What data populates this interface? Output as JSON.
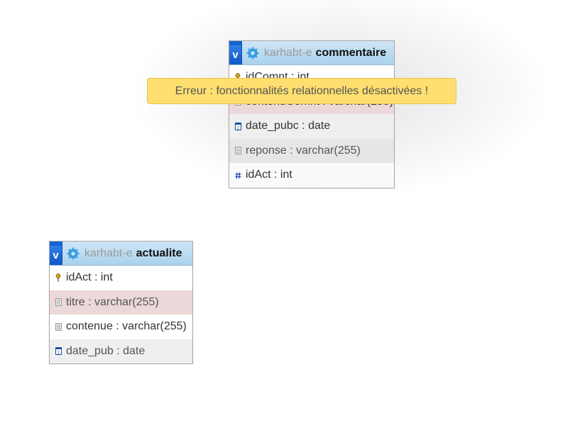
{
  "colors": {
    "header_gradient_top": "#cfe6f5",
    "header_gradient_bottom": "#a9d2ee",
    "toggle_blue": "#1463d1",
    "error_bg": "#ffdf70",
    "highlight_row": "#ecd8d8"
  },
  "error": {
    "message": "Erreur : fonctionnalités relationnelles désactivées !"
  },
  "tables": [
    {
      "id": "commentaire",
      "toggle_label": "v",
      "db_name": "karhabt-e",
      "table_name": "commentaire",
      "columns": [
        {
          "label": "idComnt : int",
          "icon": "key-icon",
          "style": "pk"
        },
        {
          "label": "contenuComnt : varchar(255)",
          "icon": "text-field-icon",
          "style": "hl"
        },
        {
          "label": "date_pubc : date",
          "icon": "date-icon",
          "style": "odd"
        },
        {
          "label": "reponse : varchar(255)",
          "icon": "text-field-icon",
          "style": "odd2"
        },
        {
          "label": "idAct : int",
          "icon": "numeric-icon",
          "style": "white"
        }
      ]
    },
    {
      "id": "actualite",
      "toggle_label": "v",
      "db_name": "karhabt-e",
      "table_name": "actualite",
      "columns": [
        {
          "label": "idAct : int",
          "icon": "key-icon",
          "style": "pk"
        },
        {
          "label": "titre : varchar(255)",
          "icon": "text-field-icon",
          "style": "hl"
        },
        {
          "label": "contenue : varchar(255)",
          "icon": "text-field-icon",
          "style": "white"
        },
        {
          "label": "date_pub : date",
          "icon": "date-icon",
          "style": "odd"
        }
      ]
    }
  ]
}
